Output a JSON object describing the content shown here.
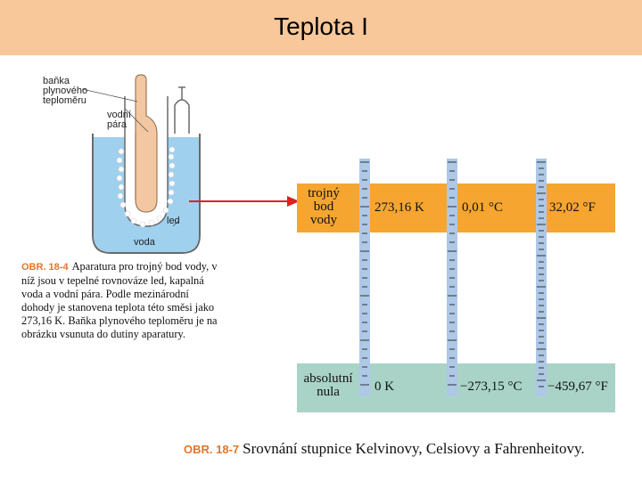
{
  "header": {
    "title": "Teplota I"
  },
  "figure_18_4": {
    "labels": {
      "flask": "baňka plynového teploměru",
      "vapor": "vodní pára",
      "ice": "led",
      "water": "voda"
    },
    "caption_number": "OBR. 18-4",
    "caption_text": "Aparatura pro trojný bod vody, v níž jsou v tepelné rovnováze led, kapalná voda a vodní pára. Podle mezinárodní dohody je stanovena teplota této směsi jako 273,16 K. Baňka plynového teploměru je na obrázku vsunuta do dutiny aparatury."
  },
  "figure_18_7": {
    "triple_point_label": "trojný bod vody",
    "absolute_zero_label": "absolutní nula",
    "triple_point_values": [
      "273,16 K",
      "0,01 °C",
      "32,02 °F"
    ],
    "absolute_zero_values": [
      "0 K",
      "−273,15 °C",
      "−459,67 °F"
    ],
    "caption_number": "OBR. 18-7",
    "caption_text": "Srovnání stupnice Kelvinovy, Celsiovy a Fahrenheitovy."
  },
  "colors": {
    "title_bar": "#f9c89a",
    "orange_band": "#f5a530",
    "green_band": "#a9d3c7",
    "thermometer_blue": "#aec8e6",
    "water_blue": "#9fd0ee",
    "arrow_red": "#e02020",
    "figure_number_orange": "#e3762a"
  }
}
